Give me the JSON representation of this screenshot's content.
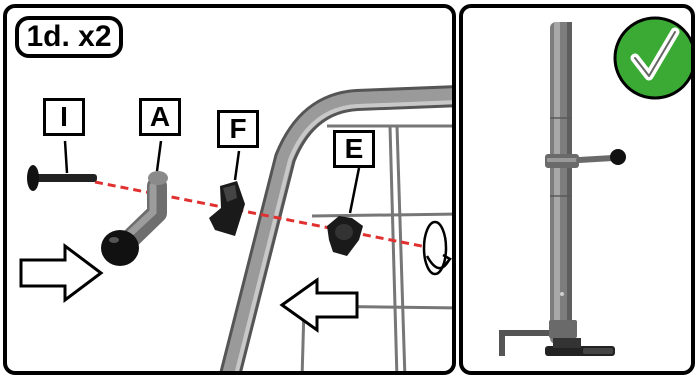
{
  "step": {
    "label": "1d. x2"
  },
  "parts": [
    {
      "id": "I",
      "label": "I"
    },
    {
      "id": "A",
      "label": "A"
    },
    {
      "id": "F",
      "label": "F"
    },
    {
      "id": "E",
      "label": "E"
    }
  ],
  "colors": {
    "frame_gray": "#808080",
    "part_black": "#111111",
    "guide_red": "#e03030",
    "check_green": "#3aaa35"
  },
  "icons": [
    "check-mark-icon",
    "rotate-icon",
    "arrow-right-icon"
  ]
}
